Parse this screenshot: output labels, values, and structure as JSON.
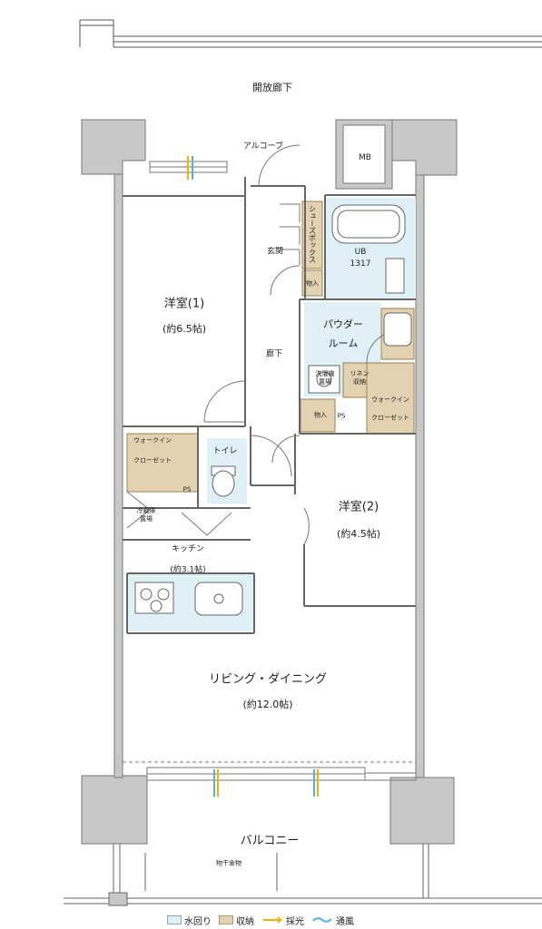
{
  "labels": {
    "open_corridor": "開放廊下",
    "alcove": "アルコーブ",
    "mb": "MB",
    "shoes_box": "シューズボックス",
    "genkan": "玄関",
    "ub": "UB",
    "ub_size": "1317",
    "storage1": "物入",
    "western1": "洋室(1)",
    "western1_size": "(約6.5帖)",
    "powder": "パウダー",
    "room": "ルーム",
    "hallway": "廊下",
    "washer": "洗濯機\n置場",
    "linen": "リネン\n収納",
    "storage2": "物入",
    "ps1": "PS",
    "walkin_right_1": "ウォークイン",
    "walkin_right_2": "クローゼット",
    "walkin_left_1": "ウォークイン",
    "walkin_left_2": "クローゼット",
    "toilet": "トイレ",
    "ps2": "PS",
    "fridge": "冷蔵庫\n置場",
    "western2": "洋室(2)",
    "western2_size": "(約4.5帖)",
    "kitchen": "キッチン",
    "kitchen_size": "(約3.1帖)",
    "living": "リビング・ダイニング",
    "living_size": "(約12.0帖)",
    "balcony": "バルコニー",
    "drying": "物干金物"
  },
  "legend": {
    "water": "水回り",
    "storage": "収納",
    "light": "採光",
    "wind": "通風"
  },
  "colors": {
    "water": "#dff0f6",
    "storage": "#e3d2b2",
    "wall": "#c8c8c8",
    "light": "#f0b400",
    "wind": "#5aaee6"
  }
}
